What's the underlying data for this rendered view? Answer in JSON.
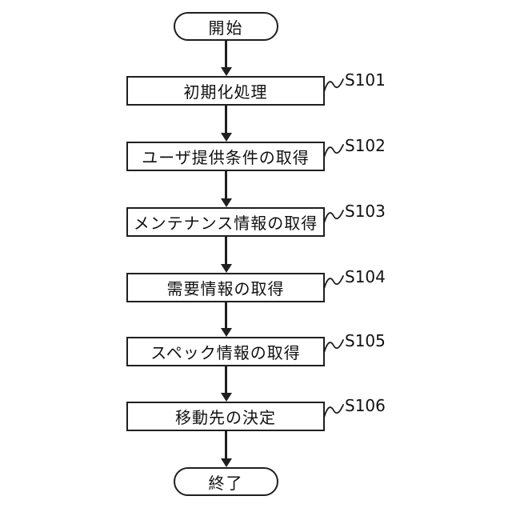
{
  "diagram": {
    "title": "flowchart",
    "start_label": "開始",
    "end_label": "終了",
    "steps": [
      {
        "label": "初期化処理",
        "code": "S101"
      },
      {
        "label": "ユーザ提供条件の取得",
        "code": "S102"
      },
      {
        "label": "メンテナンス情報の取得",
        "code": "S103"
      },
      {
        "label": "需要情報の取得",
        "code": "S104"
      },
      {
        "label": "スペック情報の取得",
        "code": "S105"
      },
      {
        "label": "移動先の決定",
        "code": "S106"
      }
    ],
    "colors": {
      "stroke": "#1f1f1f",
      "fill": "#ffffff"
    }
  }
}
